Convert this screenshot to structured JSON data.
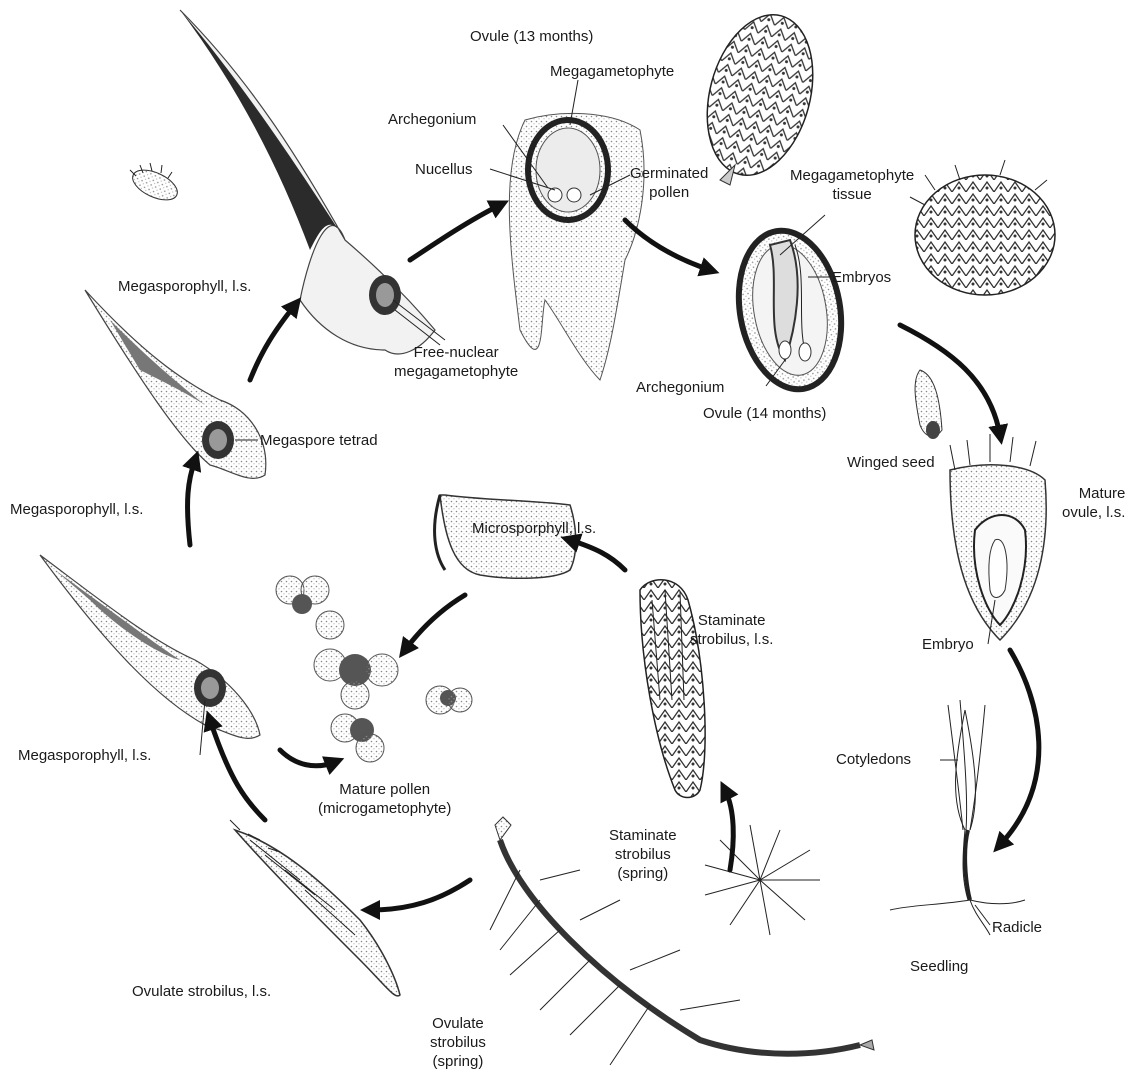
{
  "labels": {
    "ovule13": "Ovule (13 months)",
    "megagametophyte": "Megagametophyte",
    "archegonium_top": "Archegonium",
    "nucellus": "Nucellus",
    "germinated_pollen": "Germinated\npollen",
    "megagametophyte_tissue": "Megagametophyte\ntissue",
    "embryos": "Embryos",
    "archegonium_bottom": "Archegonium",
    "ovule14": "Ovule (14 months)",
    "megasporophyll_top": "Megasporophyll, l.s.",
    "free_nuclear": "Free-nuclear\nmegagametophyte",
    "megaspore_tetrad": "Megaspore tetrad",
    "megasporophyll_mid": "Megasporophyll, l.s.",
    "microsporophyll": "Microsporphyll, l.s.",
    "staminate_ls": "Staminate\nstrobilus, l.s.",
    "megasporophyll_low": "Megasporophyll, l.s.",
    "mature_pollen": "Mature pollen\n(microgametophyte)",
    "staminate_spring": "Staminate\nstrobilus\n(spring)",
    "ovulate_ls": "Ovulate strobilus, l.s.",
    "ovulate_spring": "Ovulate\nstrobilus\n(spring)",
    "winged_seed": "Winged seed",
    "mature_ovule": "Mature\novule, l.s.",
    "embryo": "Embryo",
    "cotyledons": "Cotyledons",
    "radicle": "Radicle",
    "seedling": "Seedling"
  }
}
